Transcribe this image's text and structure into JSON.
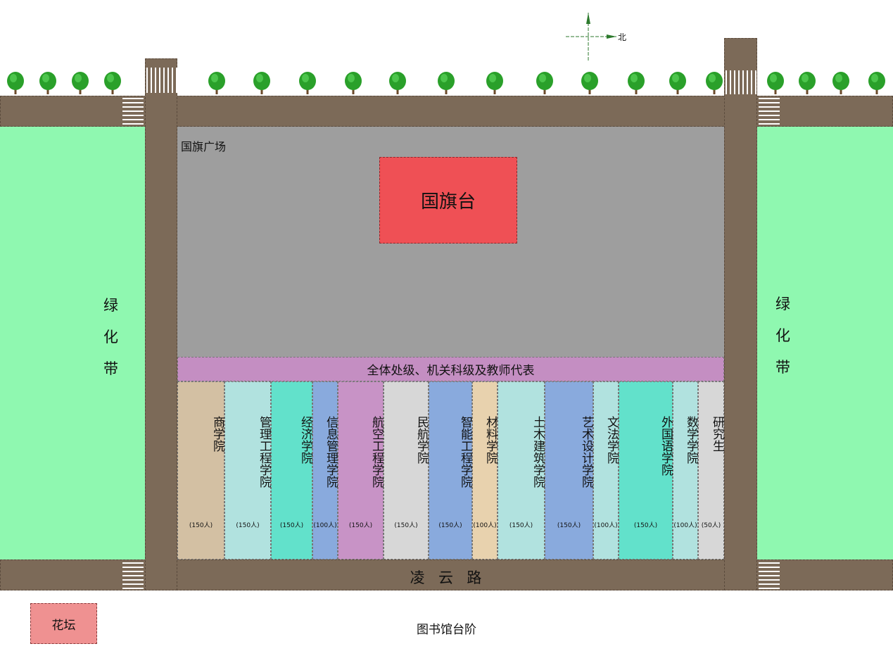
{
  "plaza": {
    "label": "国旗广场",
    "flag_platform": "国旗台",
    "representatives": "全体处级、机关科级及教师代表"
  },
  "green_belt_left": [
    "绿",
    "化",
    "带"
  ],
  "green_belt_right": [
    "绿",
    "化",
    "带"
  ],
  "road_name": "凌  云  路",
  "compass": {
    "north": "北"
  },
  "flower_bed": "花坛",
  "library_steps": "图书馆台阶",
  "colleges": [
    {
      "name": "商学院",
      "count": "(150人)",
      "color": "#d3c0a3"
    },
    {
      "name": "管理工程学院",
      "count": "(150人)",
      "color": "#b1e2df"
    },
    {
      "name": "经济学院",
      "count": "(150人)",
      "color": "#62e1cb"
    },
    {
      "name": "信息管理学院",
      "count": "(100人)",
      "color": "#89aadd"
    },
    {
      "name": "航空工程学院",
      "count": "(150人)",
      "color": "#c893c6"
    },
    {
      "name": "民航学院",
      "count": "(150人)",
      "color": "#d7d7d7"
    },
    {
      "name": "智能工程学院",
      "count": "(150人)",
      "color": "#89aadd"
    },
    {
      "name": "材料学院",
      "count": "(100人)",
      "color": "#e8d2ae"
    },
    {
      "name": "土木建筑学院",
      "count": "(150人)",
      "color": "#b1e2df"
    },
    {
      "name": "艺术设计学院",
      "count": "(150人)",
      "color": "#89aadd"
    },
    {
      "name": "文法学院",
      "count": "(100人)",
      "color": "#b1e2df"
    },
    {
      "name": "外国语学院",
      "count": "(150人)",
      "color": "#62e1cb"
    },
    {
      "name": "数学学院",
      "count": "(100人)",
      "color": "#b1e2df"
    },
    {
      "name": "研究生",
      "count": "(50人)",
      "color": "#d7d7d7"
    }
  ]
}
